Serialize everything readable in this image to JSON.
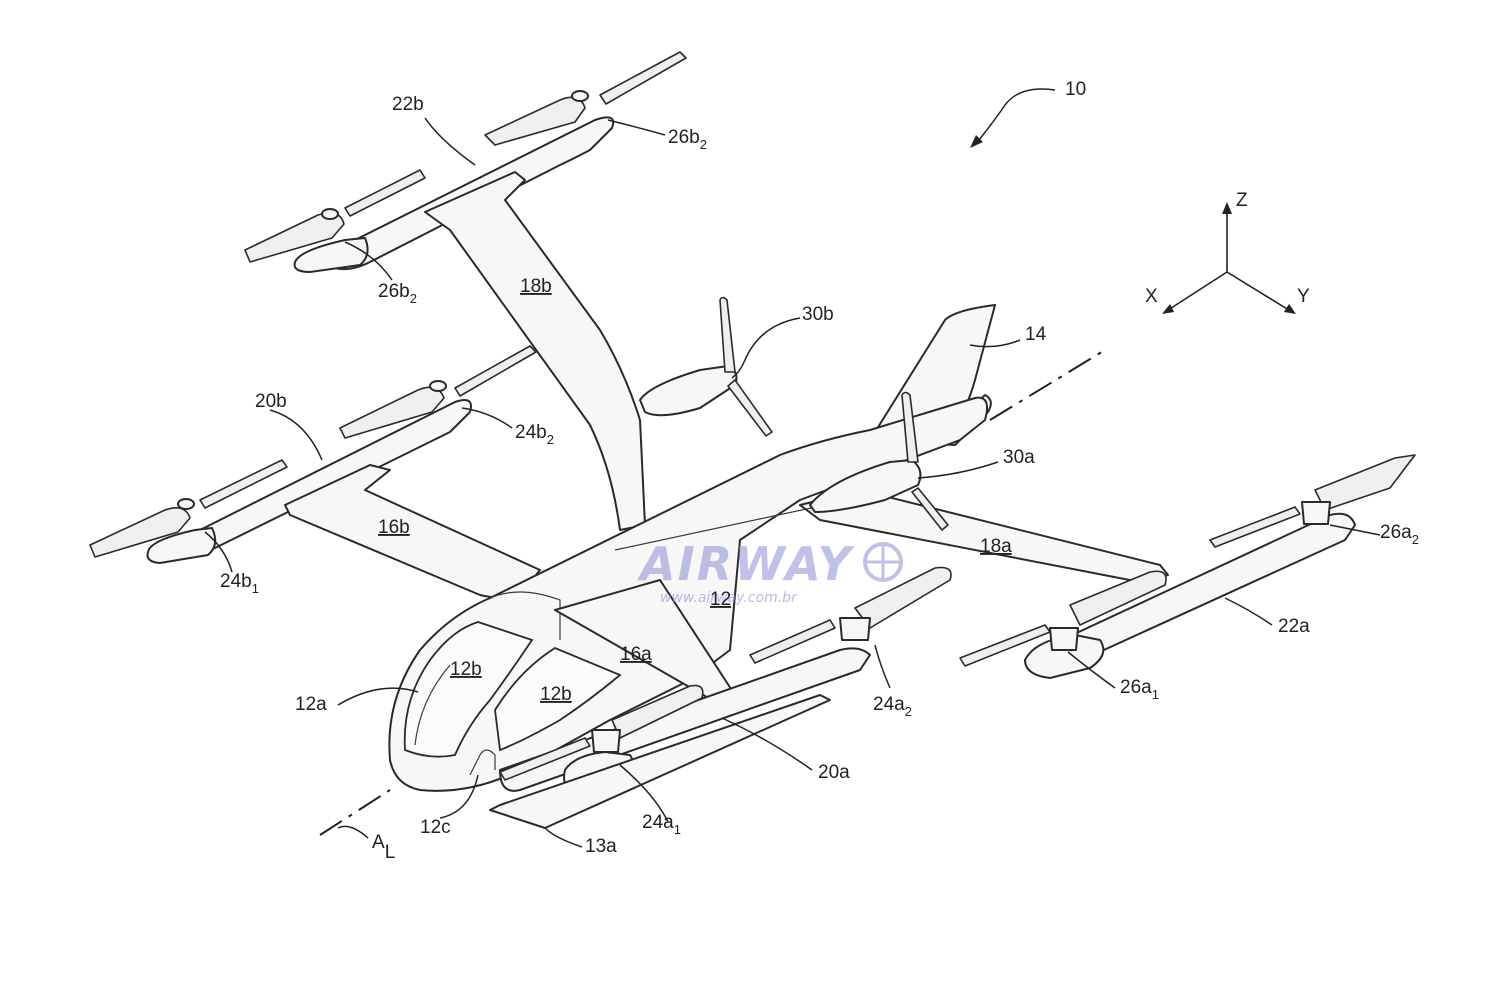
{
  "figure_ref": "10",
  "axes": {
    "z": "Z",
    "x": "X",
    "y": "Y"
  },
  "labels": {
    "tail": "14",
    "fuselage": "12",
    "nose": "12a",
    "window_left": "12b",
    "window_right": "12b",
    "door_frame": "12c",
    "skid": "13a",
    "front_wing_left": "16b",
    "front_wing_right": "16a",
    "rear_wing_left": "18b",
    "rear_wing_right": "18a",
    "front_boom_left": "20b",
    "front_boom_right": "20a",
    "rear_boom_left": "22b",
    "rear_boom_right": "22a",
    "pusher_left": "30b",
    "pusher_right": "30a",
    "axis_label_main": "A",
    "axis_label_sub": "L",
    "r24b1": {
      "main": "24b",
      "sub": "1"
    },
    "r24b2": {
      "main": "24b",
      "sub": "2"
    },
    "r24a1": {
      "main": "24a",
      "sub": "1"
    },
    "r24a2": {
      "main": "24a",
      "sub": "2"
    },
    "r26b2_top": {
      "main": "26b",
      "sub": "2"
    },
    "r26b2_low": {
      "main": "26b",
      "sub": "2"
    },
    "r26a1": {
      "main": "26a",
      "sub": "1"
    },
    "r26a2": {
      "main": "26a",
      "sub": "2"
    }
  },
  "watermark": {
    "brand": "AIRWAY",
    "url": "www.airway.com.br"
  }
}
